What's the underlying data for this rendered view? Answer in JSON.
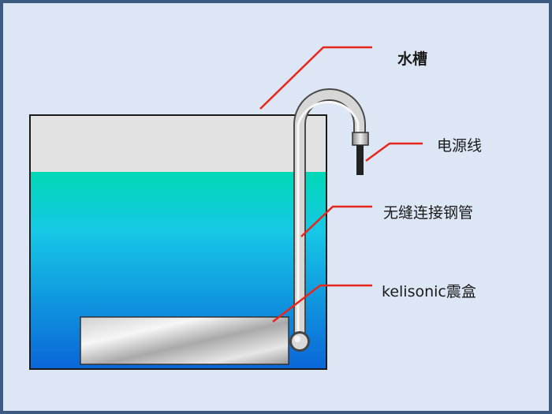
{
  "labels": {
    "tank": "水槽",
    "power_cord": "电源线",
    "steel_tube": "无缝连接钢管",
    "transducer_box": "kelisonic震盒"
  },
  "colors": {
    "frame_border": "#3d5a80",
    "frame_fill": "#dde6f4",
    "tank_outline": "#1a1a1a",
    "tank_air": "#e2e2e2",
    "water_top": "#00d9b5",
    "water_bottom": "#0a66d8",
    "leader_line": "#e8261c"
  }
}
